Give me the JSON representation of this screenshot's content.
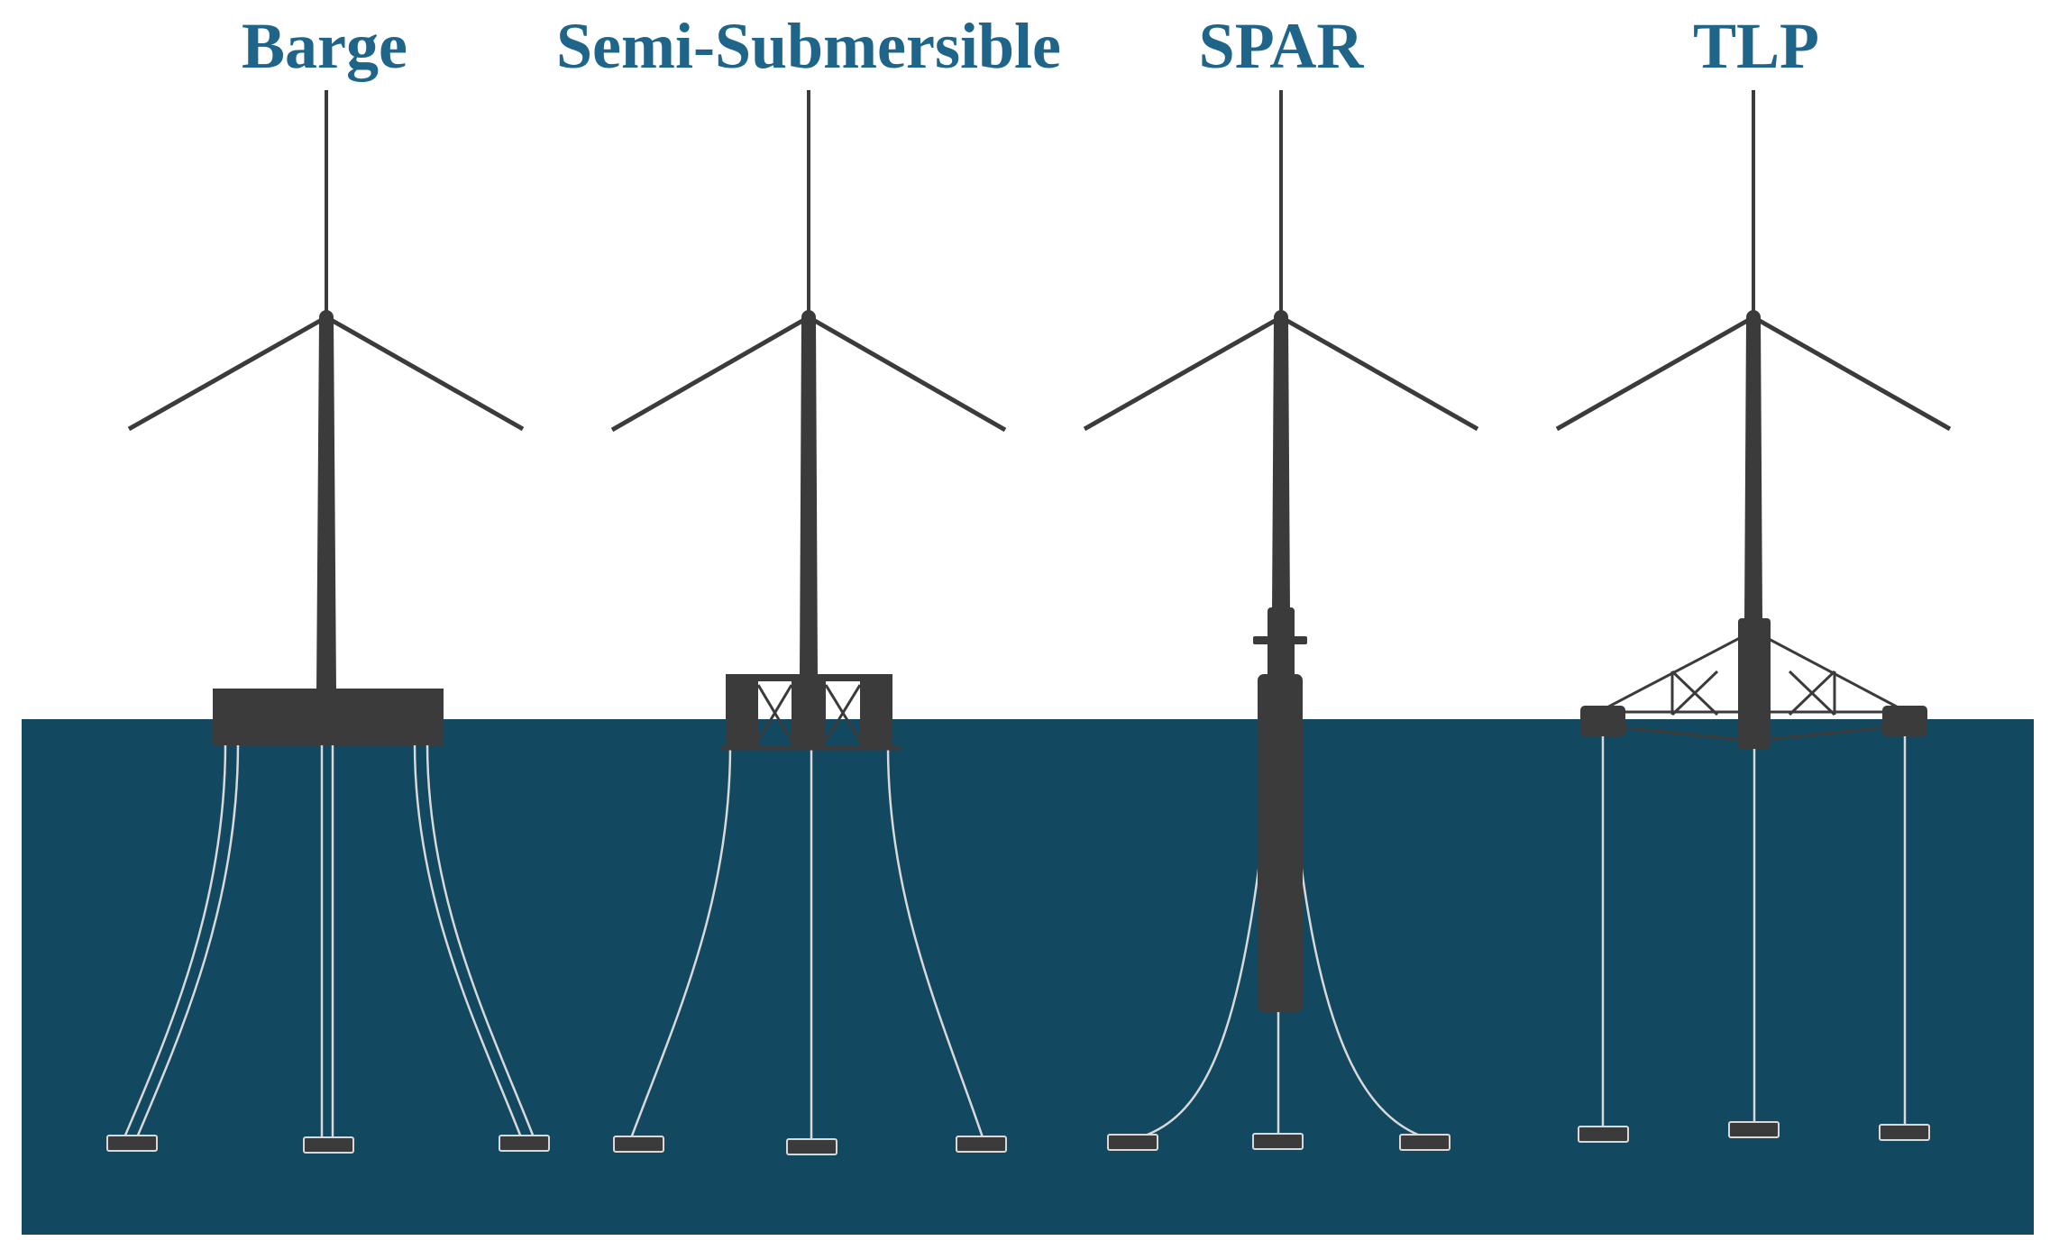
{
  "colors": {
    "title": "#1f6489",
    "sea": "#124860",
    "structure": "#3b3b3b",
    "mooring": "#d9d9d9",
    "background": "#ffffff"
  },
  "turbines": [
    {
      "id": "barge",
      "title": "Barge"
    },
    {
      "id": "semi",
      "title": "Semi-Submersible"
    },
    {
      "id": "spar",
      "title": "SPAR"
    },
    {
      "id": "tlp",
      "title": "TLP"
    }
  ]
}
